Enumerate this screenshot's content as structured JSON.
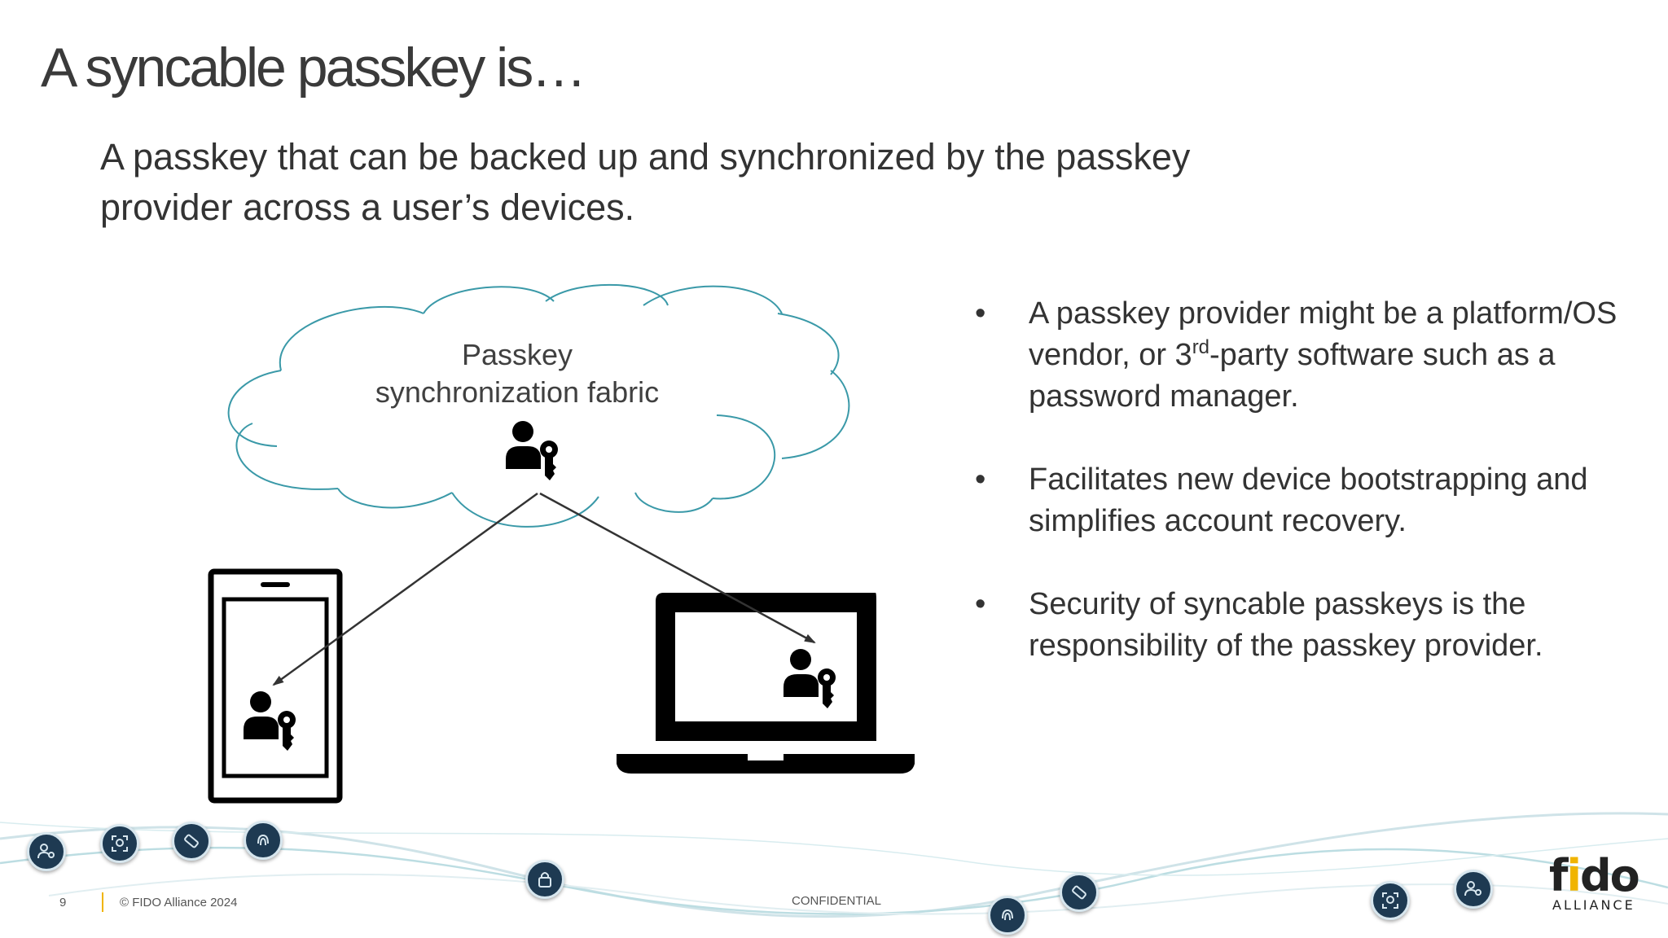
{
  "slide": {
    "title": "A syncable passkey is…",
    "subtitle_line1": "A passkey that can be backed up and synchronized by the passkey",
    "subtitle_line2": "provider across a user’s devices."
  },
  "diagram": {
    "cloud_label_line1": "Passkey",
    "cloud_label_line2": "synchronization fabric",
    "accent_color": "#3a99a8"
  },
  "bullets": [
    {
      "line1": "A passkey provider might be a platform/OS",
      "line2_pre": "vendor, or 3",
      "line2_sup": "rd",
      "line2_post": "-party software such as a",
      "line3": "password manager."
    },
    {
      "line1": "Facilitates new device bootstrapping and",
      "line2": "simplifies account recovery."
    },
    {
      "line1": "Security of syncable passkeys is the",
      "line2": "responsibility of the passkey provider."
    }
  ],
  "footer": {
    "page_number": "9",
    "copyright": "© FIDO Alliance 2024",
    "confidential": "CONFIDENTIAL",
    "logo_word_f": "f",
    "logo_word_i": "i",
    "logo_word_do": "do",
    "logo_alliance": "ALLIANCE",
    "brand_accent": "#f0b400"
  },
  "badges": [
    "user-key-icon",
    "face-id-icon",
    "usb-key-icon",
    "fingerprint-icon",
    "lock-icon",
    "fingerprint-icon",
    "usb-key-icon",
    "face-id-icon",
    "user-key-icon"
  ]
}
